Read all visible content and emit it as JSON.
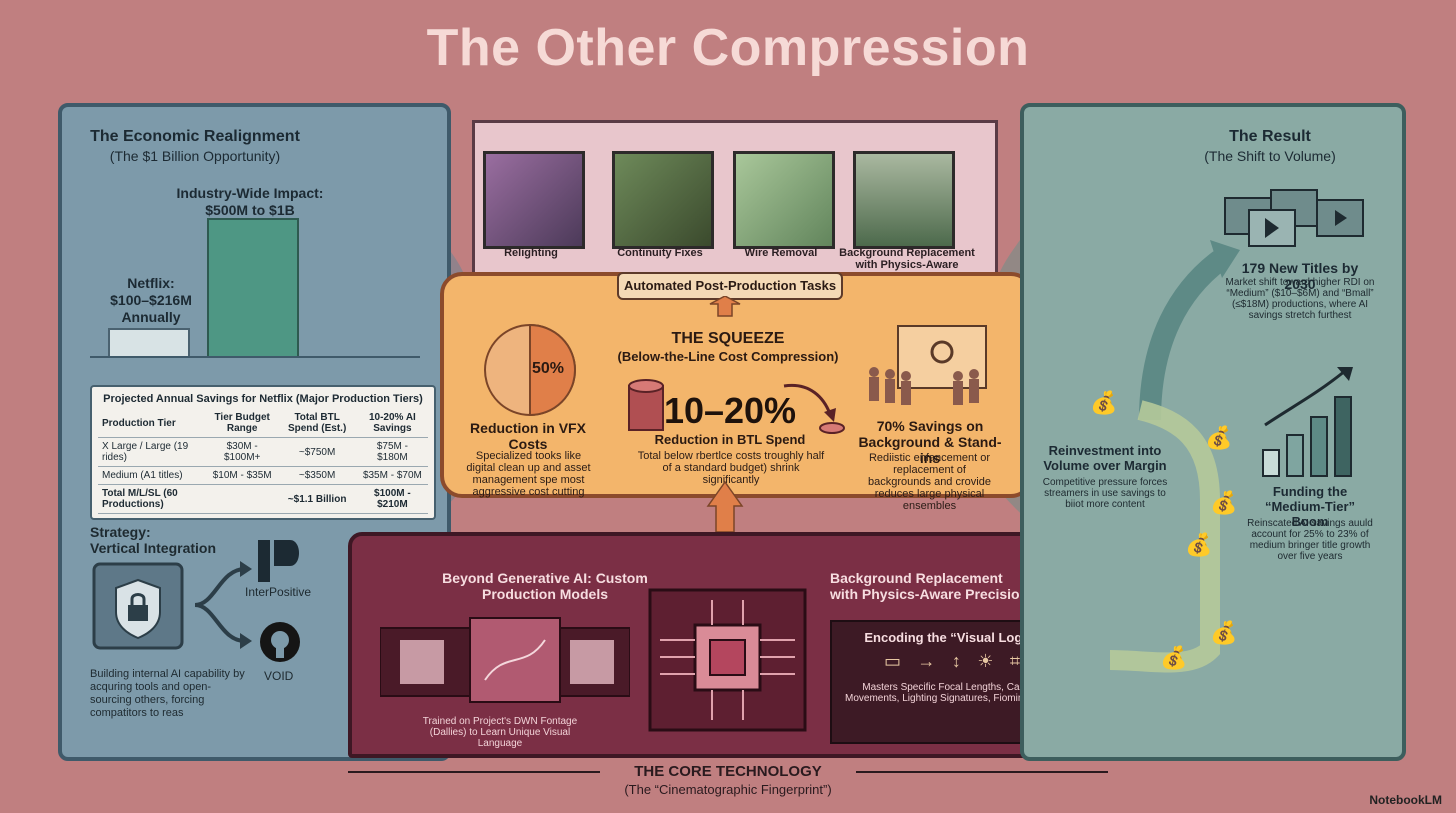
{
  "title": "The Other Compression",
  "left": {
    "heading": "The Economic Realignment",
    "subheading": "(The $1 Billion Opportunity)",
    "impact_label": "Industry-Wide Impact:",
    "impact_value": "$500M to $1B",
    "netflix_label": "Netflix:",
    "netflix_value": "$100–$216M",
    "netflix_period": "Annually",
    "table_title": "Projected Annual Savings for Netflix (Major Production Tiers)",
    "table_headers": [
      "Production Tier",
      "Tier Budget Range",
      "Total BTL Spend (Est.)",
      "10-20% AI Savings"
    ],
    "table_rows": [
      [
        "X Large / Large (19 rides)",
        "$30M - $100M+",
        "~$750M",
        "$75M - $180M"
      ],
      [
        "Medium (A1 titles)",
        "$10M - $35M",
        "~$350M",
        "$35M - $70M"
      ],
      [
        "Total M/L/SL (60 Productions)",
        "",
        "~$1.1 Billion",
        "$100M - $210M"
      ]
    ],
    "strategy_label": "Strategy:",
    "strategy_value": "Vertical Integration",
    "brand_a": "InterPositive",
    "brand_b": "VOID",
    "strategy_note": "Building internal AI capability by acquring tools and open-sourcing others, forcing compatitors to reas"
  },
  "top": {
    "tasks": [
      "Relighting",
      "Continuity Fixes",
      "Wire Removal",
      "Background Replacement with Physics-Aware Precision"
    ],
    "banner": "Automated Post-Production Tasks"
  },
  "squeeze": {
    "title": "THE SQUEEZE",
    "subtitle": "(Below-the-Line Cost Compression)",
    "pie_value": "50%",
    "vfx_title": "Reduction in VFX Costs",
    "vfx_note": "Specialized tooks like digital clean up and asset management spe most aggressive cost cutting",
    "big_value": "10–20%",
    "btl_title": "Reduction in BTL Spend",
    "btl_note": "Total below rbertlce costs troughly half of a standard budget) shrink significantly",
    "bg_title": "70% Savings on Background & Stand-ins",
    "bg_note": "Rediistic enfancement or replacement of backgrounds and crovide reduces large physical ensembles"
  },
  "core": {
    "left_title": "Beyond Generative AI: Custom Production Models",
    "left_note": "Trained on Project's DWN Fontage (Dallies) to Learn Unique Visual Language",
    "right_title": "Background Replacement with Physics-Aware Precision",
    "encode_title": "Encoding the “Visual Logic”",
    "encode_note": "Masters Specific Focal Lengths, Camers Movements, Lighting Signatures, Fioming Styles",
    "caption": "THE CORE TECHNOLOGY",
    "caption_sub": "(The “Cinematographic Fingerprint”)"
  },
  "right": {
    "heading": "The Result",
    "subheading": "(The Shift to Volume)",
    "titles_label": "179 New Titles by 2030",
    "titles_note": "Market shift toward higher RDI on “Medium” ($10–$6M) and “Bmall” (≤$18M) productions, where AI savings stretch furthest",
    "reinvest_title": "Reinvestment into Volume over Margin",
    "reinvest_note": "Competitive pressure forces streamers in use savings to biiot more content",
    "funding_title": "Funding the “Medium-Tier” Boom",
    "funding_note": "Reinscated AI savings auuld account for 25% to 23% of medium bringer title growth over five years"
  },
  "brand": "NotebookLM",
  "colors": {
    "background": "#c07f80",
    "left_panel": "#7d9aaa",
    "right_panel": "#8aaaa4",
    "squeeze": "#f3b56b",
    "core": "#7b2f45"
  }
}
